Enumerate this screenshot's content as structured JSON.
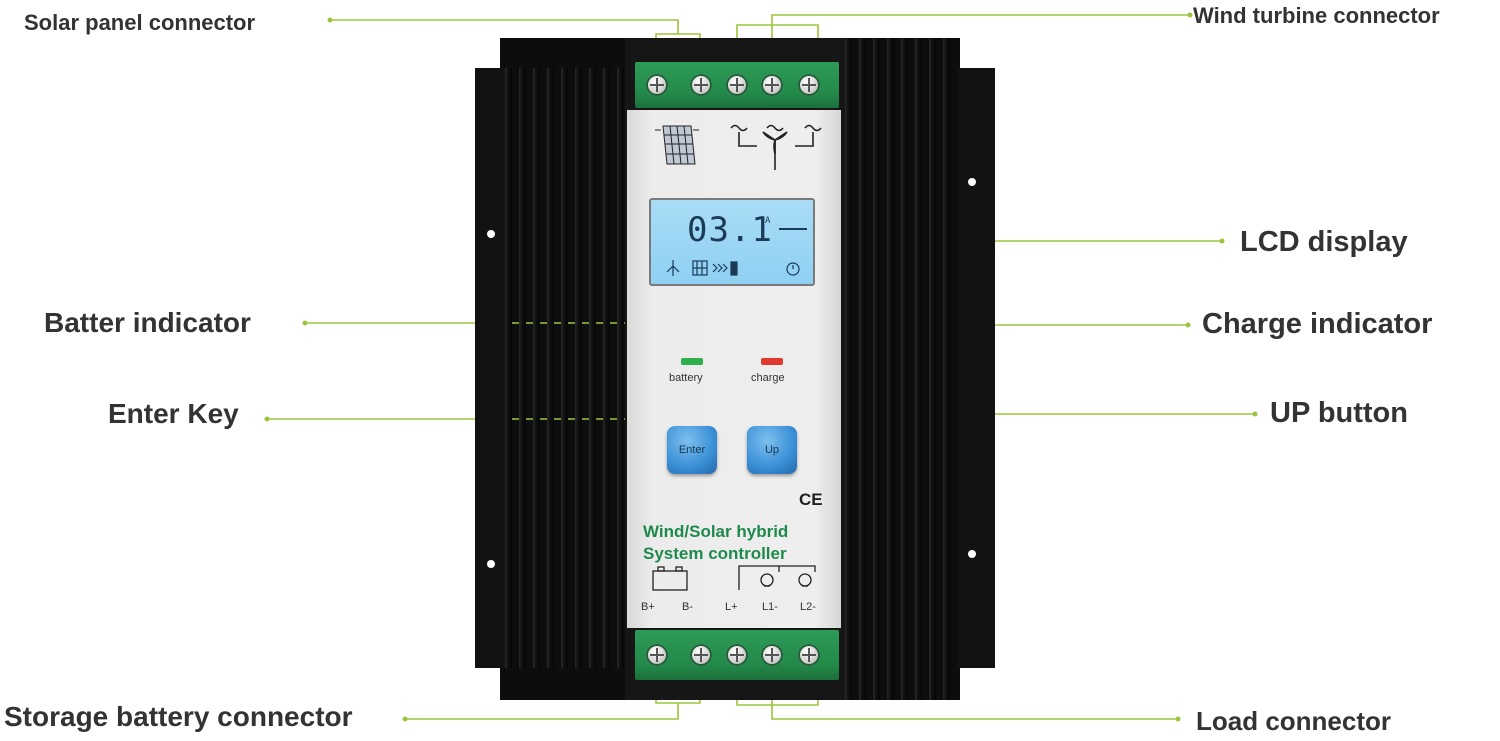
{
  "callouts": {
    "solar_panel": "Solar panel connector",
    "wind_turbine": "Wind turbine connector",
    "lcd_display": "LCD display",
    "battery_indicator": "Batter indicator",
    "charge_indicator": "Charge indicator",
    "enter_key": "Enter Key",
    "up_button": "UP button",
    "storage_battery": "Storage battery connector",
    "load_connector": "Load connector"
  },
  "device": {
    "lcd_reading": "03.1",
    "lcd_unit": "A",
    "battery_led_label": "battery",
    "charge_led_label": "charge",
    "enter_label": "Enter",
    "up_label": "Up",
    "ce_mark": "CE",
    "brand_line1": "Wind/Solar hybrid",
    "brand_line2": "System controller",
    "terminal_labels": [
      "B+",
      "B-",
      "L+",
      "L1-",
      "L2-"
    ]
  },
  "colors": {
    "leader_line": "#9bc53d",
    "callout_text": "#333333",
    "terminal_green": "#23894a",
    "brand_green": "#1f8a4c",
    "battery_led": "#2fae4e",
    "charge_led": "#e0392e",
    "lcd_blue": "#8fd0f2",
    "key_blue": "#3a8fd6"
  },
  "icons": [
    "solar-panel-icon",
    "wind-turbine-icon",
    "battery-icon",
    "load-bulb-icon",
    "ce-mark"
  ]
}
